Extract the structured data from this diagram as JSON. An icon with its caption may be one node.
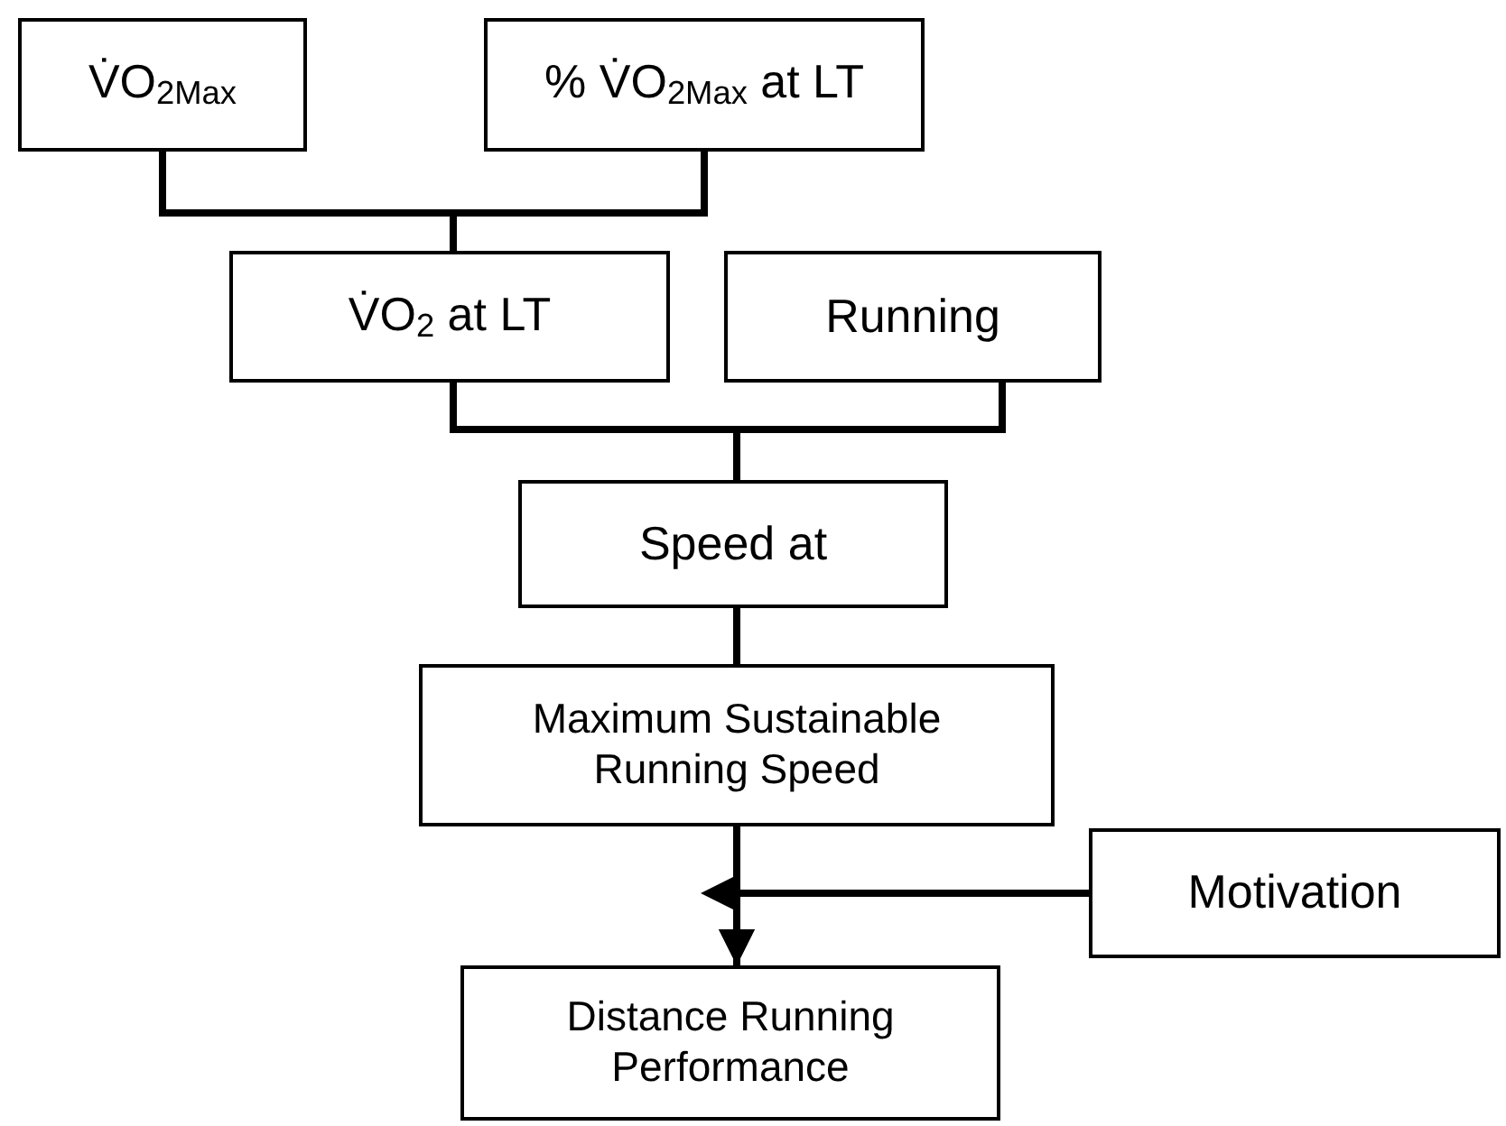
{
  "diagram": {
    "nodes": [
      {
        "text": [
          "V̇O$_{2Max}$"
        ]
      },
      {
        "text": [
          "% V̇O$_{2Max}$ at LT"
        ]
      },
      {
        "text": [
          "V̇O$_{2}$ at LT"
        ]
      },
      {
        "text": [
          "Running"
        ]
      },
      {
        "text": [
          "Speed at"
        ]
      },
      {
        "text": [
          "Maximum Sustainable Running Speed"
        ]
      },
      {
        "text": [
          "Motivation"
        ]
      },
      {
        "text": [
          "Distance Running Performance"
        ]
      }
    ],
    "edges": [
      {
        "from": 0,
        "to": 2,
        "arrow": "none"
      },
      {
        "from": 1,
        "to": 2,
        "arrow": "none"
      },
      {
        "from": 2,
        "to": 4,
        "arrow": "none"
      },
      {
        "from": 3,
        "to": 4,
        "arrow": "none"
      },
      {
        "from": 4,
        "to": 5,
        "arrow": "none"
      },
      {
        "from": 5,
        "to": 7,
        "arrow": "to"
      },
      {
        "from": 6,
        "to": 7,
        "arrow": "to"
      }
    ]
  }
}
